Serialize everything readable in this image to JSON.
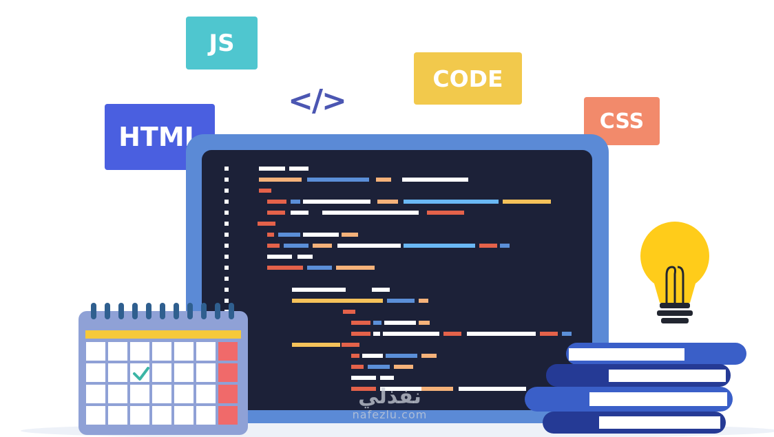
{
  "tags": {
    "js": {
      "label": "JS",
      "color": "#4fc6cf"
    },
    "code": {
      "label": "CODE",
      "color": "#f2c94c"
    },
    "html": {
      "label": "HTML",
      "color": "#4a5fe0"
    },
    "css": {
      "label": "CSS",
      "color": "#f28a6b"
    }
  },
  "code_symbol": {
    "label": "</>",
    "color": "#4b56b2"
  },
  "watermark": {
    "main": "نفذلي",
    "sub": "nafezlu.com"
  },
  "icons": [
    "laptop-icon",
    "calendar-icon",
    "checkmark-icon",
    "lightbulb-icon",
    "books-stack-icon"
  ],
  "colors": {
    "laptop_frame": "#5b8ad6",
    "screen": "#1c2138",
    "calendar_body": "#8fa1d6",
    "calendar_header": "#f6c93a",
    "calendar_weekend": "#f06a6a",
    "bulb": "#ffcc1a",
    "book_blue": "#3a5fc8",
    "book_navy": "#253a95"
  }
}
